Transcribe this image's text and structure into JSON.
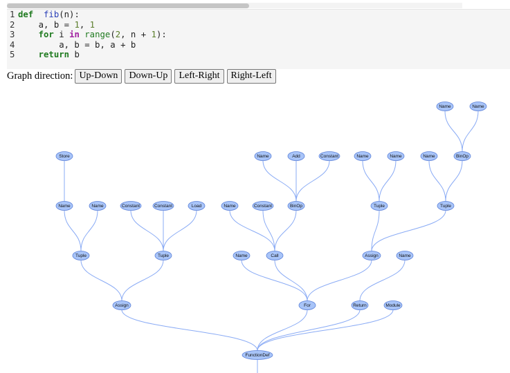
{
  "code": {
    "lines": [
      {
        "n": "1",
        "tokens": [
          [
            "kw",
            "def"
          ],
          [
            "",
            "  "
          ],
          [
            "fn",
            "fib"
          ],
          [
            "",
            "(n):"
          ]
        ]
      },
      {
        "n": "2",
        "tokens": [
          [
            "",
            "    a, b = "
          ],
          [
            "num",
            "1"
          ],
          [
            "",
            ", "
          ],
          [
            "num",
            "1"
          ]
        ]
      },
      {
        "n": "3",
        "tokens": [
          [
            "",
            "    "
          ],
          [
            "kw",
            "for"
          ],
          [
            "",
            " i "
          ],
          [
            "op",
            "in"
          ],
          [
            "",
            " "
          ],
          [
            "nb",
            "range"
          ],
          [
            "",
            "("
          ],
          [
            "num",
            "2"
          ],
          [
            "",
            ", n + "
          ],
          [
            "num",
            "1"
          ],
          [
            "",
            "):"
          ]
        ]
      },
      {
        "n": "4",
        "tokens": [
          [
            "",
            "        a, b = b, a + b"
          ]
        ]
      },
      {
        "n": "5",
        "tokens": [
          [
            "",
            "    "
          ],
          [
            "kw",
            "return"
          ],
          [
            "",
            " b"
          ]
        ]
      }
    ]
  },
  "controls": {
    "label": "Graph direction:",
    "buttons": [
      "Up-Down",
      "Down-Up",
      "Left-Right",
      "Right-Left"
    ]
  },
  "graph": {
    "nodes": [
      {
        "id": "n1",
        "label": "Name"
      },
      {
        "id": "n2",
        "label": "Name"
      },
      {
        "id": "s1",
        "label": "Store"
      },
      {
        "id": "m1",
        "label": "Name"
      },
      {
        "id": "m2",
        "label": "Add"
      },
      {
        "id": "m3",
        "label": "Constant"
      },
      {
        "id": "m4",
        "label": "Name"
      },
      {
        "id": "m5",
        "label": "Name"
      },
      {
        "id": "m6",
        "label": "Name"
      },
      {
        "id": "m7",
        "label": "BinOp"
      },
      {
        "id": "r1",
        "label": "Name"
      },
      {
        "id": "r2",
        "label": "Name"
      },
      {
        "id": "r3",
        "label": "Constant"
      },
      {
        "id": "r4",
        "label": "Constant"
      },
      {
        "id": "r5",
        "label": "Load"
      },
      {
        "id": "r6",
        "label": "Name"
      },
      {
        "id": "r7",
        "label": "Constant"
      },
      {
        "id": "r8",
        "label": "BinOp"
      },
      {
        "id": "r9",
        "label": "Tuple"
      },
      {
        "id": "r10",
        "label": "Tuple"
      },
      {
        "id": "t1",
        "label": "Tuple"
      },
      {
        "id": "t2",
        "label": "Tuple"
      },
      {
        "id": "t3",
        "label": "Name"
      },
      {
        "id": "t4",
        "label": "Call"
      },
      {
        "id": "t5",
        "label": "Assign"
      },
      {
        "id": "t6",
        "label": "Name"
      },
      {
        "id": "a1",
        "label": "Assign"
      },
      {
        "id": "a2",
        "label": "For"
      },
      {
        "id": "a3",
        "label": "Return"
      },
      {
        "id": "a4",
        "label": "Module"
      },
      {
        "id": "f1",
        "label": "FunctionDef"
      }
    ],
    "edges": [
      [
        "n1",
        "m7"
      ],
      [
        "n2",
        "m7"
      ],
      [
        "s1",
        "r1"
      ],
      [
        "m1",
        "r8"
      ],
      [
        "m2",
        "r8"
      ],
      [
        "m3",
        "r8"
      ],
      [
        "m4",
        "r9"
      ],
      [
        "m5",
        "r9"
      ],
      [
        "m6",
        "r10"
      ],
      [
        "m7",
        "r10"
      ],
      [
        "r1",
        "t1"
      ],
      [
        "r2",
        "t1"
      ],
      [
        "r3",
        "t2"
      ],
      [
        "r4",
        "t2"
      ],
      [
        "r5",
        "t2"
      ],
      [
        "r6",
        "t4"
      ],
      [
        "r7",
        "t4"
      ],
      [
        "r8",
        "t4"
      ],
      [
        "r9",
        "t5"
      ],
      [
        "r10",
        "t5"
      ],
      [
        "t1",
        "a1"
      ],
      [
        "t2",
        "a1"
      ],
      [
        "t3",
        "a2"
      ],
      [
        "t4",
        "a2"
      ],
      [
        "t5",
        "a2"
      ],
      [
        "t6",
        "a3"
      ],
      [
        "a1",
        "f1"
      ],
      [
        "a2",
        "f1"
      ],
      [
        "a3",
        "f1"
      ],
      [
        "a4",
        "f1"
      ]
    ]
  }
}
